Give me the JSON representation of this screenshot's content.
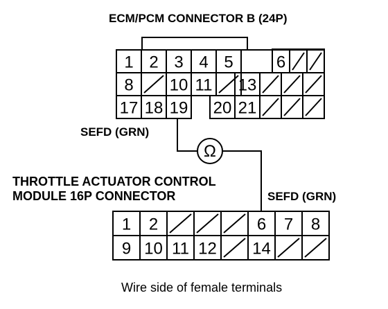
{
  "ecm_connector": {
    "title": "ECM/PCM CONNECTOR B (24P)",
    "rows": [
      [
        "1",
        "2",
        "3",
        "4",
        "5",
        "",
        "6",
        "/",
        "/"
      ],
      [
        "8",
        "/",
        "10",
        "11",
        "/",
        "13",
        "/",
        "/",
        "/"
      ],
      [
        "17",
        "18",
        "19",
        "",
        "20",
        "21",
        "/",
        "/",
        "/"
      ]
    ],
    "pin_label": "SEFD (GRN)"
  },
  "tac_connector": {
    "title_line1": "THROTTLE ACTUATOR CONTROL",
    "title_line2": "MODULE 16P CONNECTOR",
    "pin_label": "SEFD (GRN)",
    "rows": [
      [
        "1",
        "2",
        "/",
        "/",
        "/",
        "6",
        "7",
        "8"
      ],
      [
        "9",
        "10",
        "11",
        "12",
        "/",
        "14",
        "/",
        "/"
      ]
    ]
  },
  "meter": {
    "symbol": "Ω"
  },
  "caption": "Wire side of female terminals",
  "colors": {
    "line": "#000000",
    "background": "#ffffff"
  }
}
